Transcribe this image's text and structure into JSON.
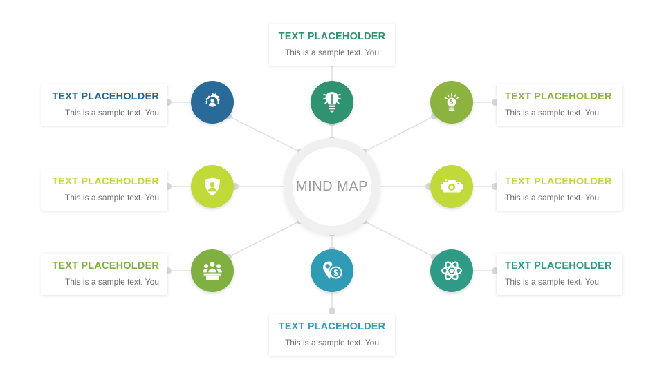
{
  "hub": {
    "label": "MIND MAP"
  },
  "colors": {
    "steel_blue": "#2a6a99",
    "green_teal": "#2f9270",
    "olive_green": "#8cb33f",
    "lime_green": "#c2d93a",
    "lime_green_alt": "#c4d93c",
    "leaf_green": "#7fb041",
    "cyan_teal": "#2f9bb5",
    "teal": "#2f9b87",
    "wire": "#e2e2e2",
    "wire_dot": "#d8d8d8",
    "ring": "#f0f0f0",
    "hub_text": "#9a9a9a",
    "body_text": "#6d6d6d"
  },
  "nodes": [
    {
      "id": "top-left",
      "icon": "gear-user-icon",
      "color": "#2a6a99",
      "title": "TEXT PLACEHOLDER",
      "body": "This is a sample text. You",
      "title_color": "#266590",
      "align": "right"
    },
    {
      "id": "top-center",
      "icon": "brain-bulb-icon",
      "color": "#2f9270",
      "title": "TEXT PLACEHOLDER",
      "body": "This is a sample text. You",
      "title_color": "#2f9270",
      "align": "center"
    },
    {
      "id": "top-right",
      "icon": "idea-head-icon",
      "color": "#8cb33f",
      "title": "TEXT PLACEHOLDER",
      "body": "This is a sample text. You",
      "title_color": "#8cb33f",
      "align": "left"
    },
    {
      "id": "middle-left",
      "icon": "shield-user-icon",
      "color": "#c2d93a",
      "title": "TEXT PLACEHOLDER",
      "body": "This is a sample text. You",
      "title_color": "#c2d93a",
      "align": "right"
    },
    {
      "id": "middle-right",
      "icon": "camera-icon",
      "color": "#c2d93a",
      "title": "TEXT PLACEHOLDER",
      "body": "This is a sample text. You",
      "title_color": "#c2d93a",
      "align": "left"
    },
    {
      "id": "bottom-left",
      "icon": "team-desk-icon",
      "color": "#7fb041",
      "title": "TEXT PLACEHOLDER",
      "body": "This is a sample text. You",
      "title_color": "#7fb041",
      "align": "right"
    },
    {
      "id": "bottom-center",
      "icon": "money-pin-icon",
      "color": "#2f9bb5",
      "title": "TEXT PLACEHOLDER",
      "body": "This is a sample text. You",
      "title_color": "#2f9bb5",
      "align": "center"
    },
    {
      "id": "bottom-right",
      "icon": "atom-icon",
      "color": "#2f9b87",
      "title": "TEXT PLACEHOLDER",
      "body": "This is a sample text. You",
      "title_color": "#2f9b87",
      "align": "left"
    }
  ]
}
